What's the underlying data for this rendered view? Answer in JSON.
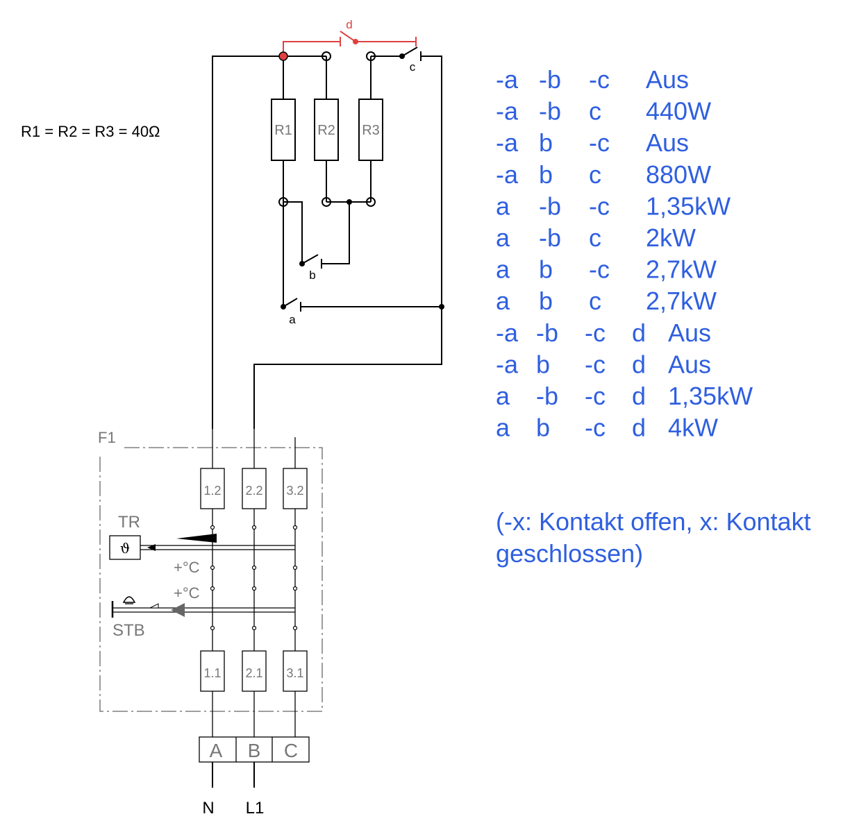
{
  "formula": "R1 = R2 = R3 = 40Ω",
  "resistors": [
    "R1",
    "R2",
    "R3"
  ],
  "contacts": {
    "a": "a",
    "b": "b",
    "c": "c",
    "d": "d"
  },
  "device": {
    "id": "F1",
    "top_terminals": [
      "1.2",
      "2.2",
      "3.2"
    ],
    "bottom_terminals": [
      "1.1",
      "2.1",
      "3.1"
    ],
    "tr_label": "TR",
    "stb_label": "STB",
    "temp_label": "+°C",
    "block": [
      "A",
      "B",
      "C"
    ],
    "supply": [
      "N",
      "L1"
    ]
  },
  "combinations": [
    {
      "a": "-a",
      "b": "-b",
      "c": "-c",
      "d": "",
      "power": "Aus"
    },
    {
      "a": "-a",
      "b": "-b",
      "c": "c",
      "d": "",
      "power": "440W"
    },
    {
      "a": "-a",
      "b": "b",
      "c": "-c",
      "d": "",
      "power": "Aus"
    },
    {
      "a": "-a",
      "b": "b",
      "c": "c",
      "d": "",
      "power": "880W"
    },
    {
      "a": "a",
      "b": "-b",
      "c": "-c",
      "d": "",
      "power": "1,35kW"
    },
    {
      "a": "a",
      "b": "-b",
      "c": "c",
      "d": "",
      "power": "2kW"
    },
    {
      "a": "a",
      "b": "b",
      "c": "-c",
      "d": "",
      "power": "2,7kW"
    },
    {
      "a": "a",
      "b": "b",
      "c": "c",
      "d": "",
      "power": "2,7kW"
    },
    {
      "a": "-a",
      "b": "-b",
      "c": "-c",
      "d": "d",
      "power": "Aus"
    },
    {
      "a": "-a",
      "b": "b",
      "c": "-c",
      "d": "d",
      "power": "Aus"
    },
    {
      "a": "a",
      "b": "-b",
      "c": "-c",
      "d": "d",
      "power": "1,35kW"
    },
    {
      "a": "a",
      "b": "b",
      "c": "-c",
      "d": "d",
      "power": "4kW"
    }
  ],
  "legend_lines": [
    "(-x: Kontakt offen, x: Kontakt",
    "geschlossen)"
  ],
  "colors": {
    "annotation": "#2f5fe0",
    "highlight": "#e04040",
    "gray": "#777777"
  }
}
